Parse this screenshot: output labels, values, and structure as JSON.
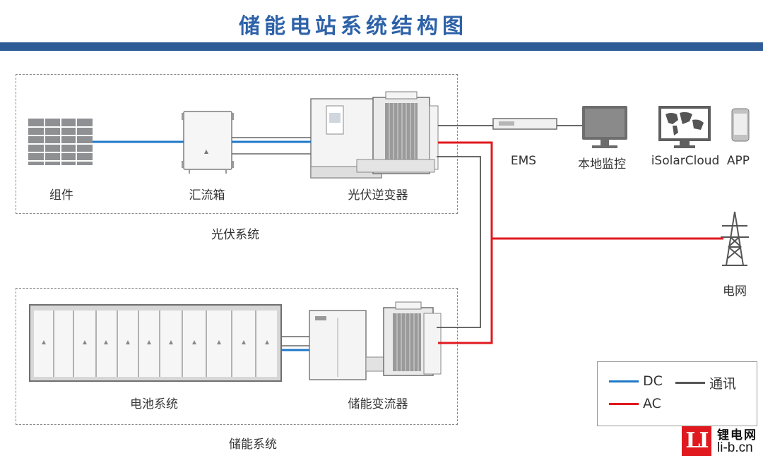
{
  "title": "储能电站系统结构图",
  "pv_system": {
    "label": "光伏系统",
    "components": {
      "module": "组件",
      "combiner_box": "汇流箱",
      "pv_inverter": "光伏逆变器"
    }
  },
  "storage_system": {
    "label": "储能系统",
    "components": {
      "battery_system": "电池系统",
      "pcs": "储能变流器"
    }
  },
  "monitoring": {
    "ems": "EMS",
    "local_monitor": "本地监控",
    "cloud": "iSolarCloud",
    "app": "APP"
  },
  "grid": {
    "label": "电网"
  },
  "legend": {
    "items": [
      {
        "label": "DC",
        "color": "#1f78c8"
      },
      {
        "label": "通讯",
        "color": "#555555"
      },
      {
        "label": "AC",
        "color": "#e0191f"
      }
    ]
  },
  "watermark": {
    "mark": "LI",
    "name": "锂电网",
    "url": "li-b.cn"
  }
}
